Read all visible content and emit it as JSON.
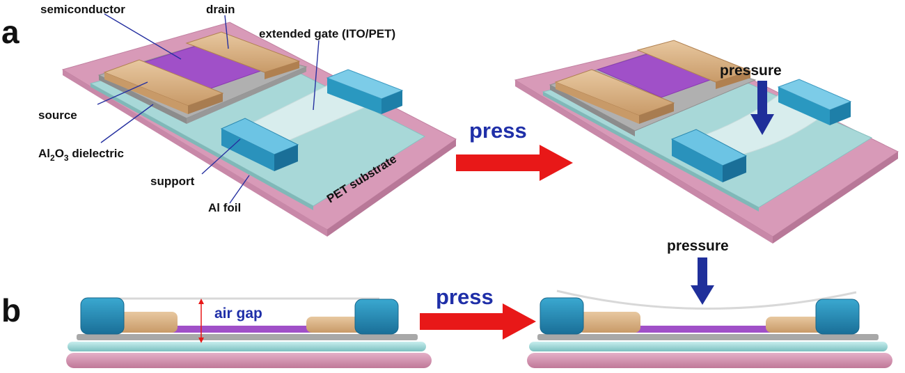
{
  "panels": {
    "a": "a",
    "b": "b"
  },
  "panel_a": {
    "labels": {
      "semiconductor": "semiconductor",
      "drain": "drain",
      "extended_gate": "extended gate (ITO/PET)",
      "source": "source",
      "dielectric_al": "Al",
      "dielectric_sub2": "2",
      "dielectric_o": "O",
      "dielectric_sub3": "3",
      "dielectric_rest": " dielectric",
      "support": "support",
      "al_foil": "Al foil",
      "pet_substrate": "PET substrate"
    },
    "press_label": "press",
    "pressure_label": "pressure"
  },
  "panel_b": {
    "air_gap_label": "air gap",
    "press_label": "press",
    "pressure_label": "pressure"
  },
  "colors": {
    "pet_substrate": "#d89ab8",
    "al_foil": "#a8d8d8",
    "dielectric": "#a8a8a8",
    "electrode": "#d8b080",
    "semiconductor": "#a050c8",
    "support": "#2a90b8",
    "press_arrow": "#e81818",
    "pressure_arrow": "#1f2f9a",
    "text_blue": "#1f2fa8"
  },
  "icons": {
    "press_arrow": "right-arrow",
    "pressure_arrow": "down-arrow"
  }
}
